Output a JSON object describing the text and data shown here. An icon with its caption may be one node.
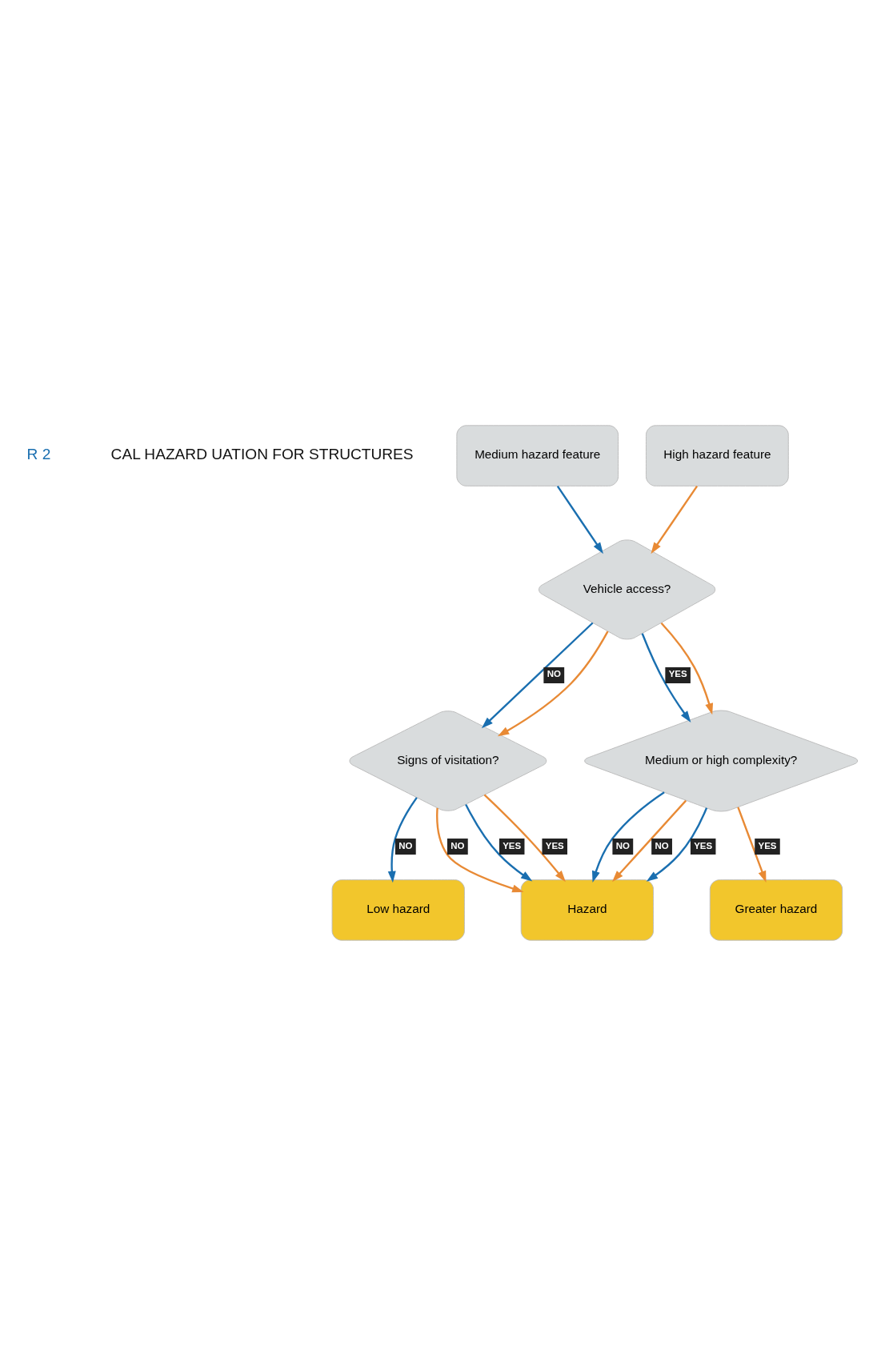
{
  "diagram": {
    "nodes": [
      {
        "text": [
          "Medium hazard feature"
        ]
      },
      {
        "text": [
          "High hazard feature"
        ]
      },
      {
        "text": [
          "Vehicle access?"
        ]
      },
      {
        "text": [
          "Signs of visitation?"
        ]
      },
      {
        "text": [
          "Medium or high complexity?"
        ]
      },
      {
        "text": [
          "Low hazard"
        ]
      },
      {
        "text": [
          "Hazard"
        ]
      },
      {
        "text": [
          "Greater hazard"
        ]
      }
    ],
    "edges": [
      {
        "from": 0,
        "to": 2,
        "arrow": "to",
        "color": "#1a6fb0"
      },
      {
        "from": 1,
        "to": 2,
        "arrow": "to",
        "color": "#e88a35"
      },
      {
        "from": 2,
        "to": 3,
        "arrow": "to",
        "label": "NO",
        "color": "#1a6fb0"
      },
      {
        "from": 2,
        "to": 3,
        "arrow": "to",
        "color": "#e88a35"
      },
      {
        "from": 2,
        "to": 4,
        "arrow": "to",
        "label": "YES",
        "color": "#1a6fb0"
      },
      {
        "from": 2,
        "to": 4,
        "arrow": "to",
        "color": "#e88a35"
      },
      {
        "from": 3,
        "to": 5,
        "arrow": "to",
        "label": "NO",
        "color": "#1a6fb0"
      },
      {
        "from": 3,
        "to": 6,
        "arrow": "to",
        "label": "NO",
        "color": "#e88a35"
      },
      {
        "from": 3,
        "to": 6,
        "arrow": "to",
        "label": "YES",
        "color": "#1a6fb0"
      },
      {
        "from": 3,
        "to": 6,
        "arrow": "to",
        "label": "YES",
        "color": "#e88a35"
      },
      {
        "from": 4,
        "to": 6,
        "arrow": "to",
        "label": "NO",
        "color": "#1a6fb0"
      },
      {
        "from": 4,
        "to": 6,
        "arrow": "to",
        "label": "NO",
        "color": "#e88a35"
      },
      {
        "from": 4,
        "to": 6,
        "arrow": "to",
        "label": "YES",
        "color": "#1a6fb0"
      },
      {
        "from": 4,
        "to": 7,
        "arrow": "to",
        "label": "YES",
        "color": "#e88a35"
      }
    ],
    "labels": [
      "R 2",
      "CAL HAZARD UATION FOR STRUCTURES"
    ]
  }
}
